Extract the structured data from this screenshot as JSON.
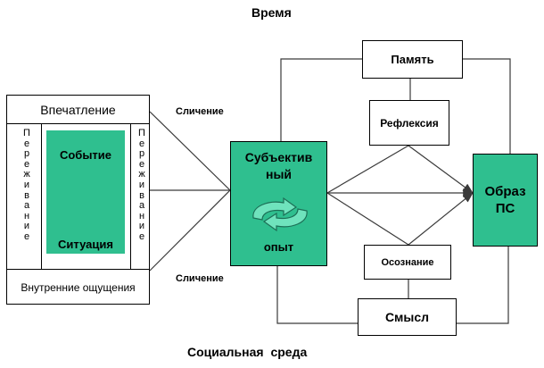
{
  "title_top": "Время",
  "title_bottom": "Социальная среда",
  "left_block": {
    "header": "Впечатление",
    "footer": "Внутренние ощущения",
    "vertical_left": "Переживание",
    "vertical_right": "Переживание",
    "event": "Событие",
    "situation": "Ситуация"
  },
  "comparison_top": "Сличение",
  "comparison_bottom": "Сличение",
  "subjective": {
    "line1": "Субъектив",
    "line2": "ный",
    "line3": "опыт",
    "icon": "cycle-arrows-icon"
  },
  "memory": "Память",
  "reflection": "Рефлексия",
  "awareness": "Осознание",
  "meaning": "Смысл",
  "image": {
    "line1": "Образ",
    "line2": "ПС"
  },
  "colors": {
    "green": "#2fbf8f",
    "line": "#3a3a3a"
  }
}
